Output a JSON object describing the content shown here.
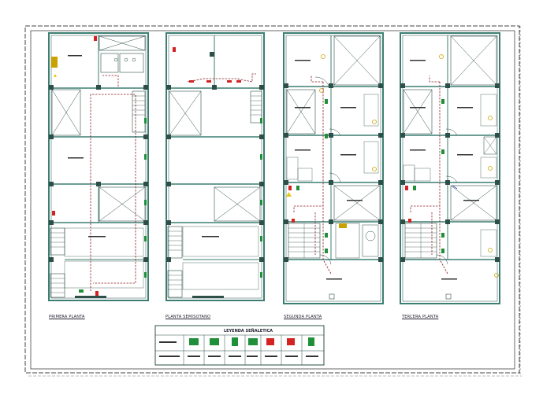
{
  "plans": [
    {
      "id": "primera",
      "title": "PRIMERA PLANTA"
    },
    {
      "id": "semisotano",
      "title": "PLANTA SEMISOTANO"
    },
    {
      "id": "segunda",
      "title": "SEGUNDA PLANTA"
    },
    {
      "id": "tercera",
      "title": "TERCERA PLANTA"
    }
  ],
  "legend": {
    "title": "LEYENDA SEÑALETICA",
    "symbol_colors": [
      "green",
      "green",
      "green",
      "green",
      "red",
      "red",
      "green"
    ]
  },
  "colors": {
    "wall": "#3c7f72",
    "line": "#2d4f48",
    "route": "#8a1c24",
    "exit_green": "#1f8f3a",
    "alarm_red": "#d42222",
    "caution_yellow": "#e8c61a"
  }
}
